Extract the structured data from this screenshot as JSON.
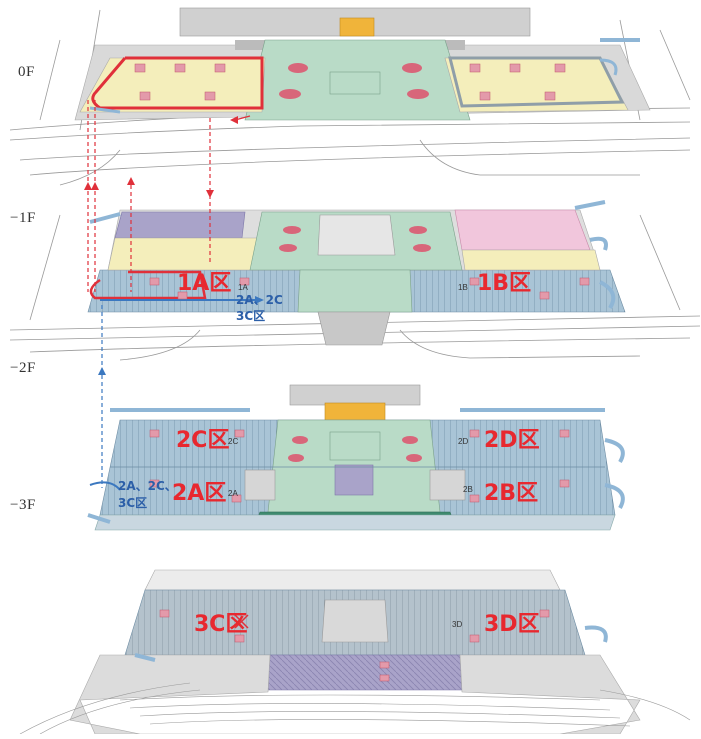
{
  "floors": {
    "f0": "0F",
    "f1": "−1F",
    "f2": "−2F",
    "f3": "−3F"
  },
  "zones": {
    "z1a": "1A区",
    "z1b": "1B区",
    "z2c": "2C区",
    "z2d": "2D区",
    "z2a": "2A区",
    "z2b": "2B区",
    "z3c": "3C区",
    "z3d": "3D区"
  },
  "small_labels": {
    "s1a": "1A",
    "s1b": "1B",
    "s2c": "2C",
    "s2d": "2D",
    "s2a": "2A",
    "s2b": "2B",
    "s3d": "3D"
  },
  "blue_labels": {
    "b_f1_line1": "2A、2C",
    "b_f1_line2": "3C区",
    "b_f3_line1": "2A、2C、",
    "b_f3_line2": "3C区"
  },
  "colors": {
    "parking_blue": "#a9c4d6",
    "hall_green": "#b9dbc7",
    "zone_yellow": "#f4eebb",
    "zone_pink": "#f1c6dc",
    "zone_purple": "#a9a3c9",
    "orange": "#f0b43a",
    "route_red": "#e0303a",
    "route_blue": "#3b78c0"
  }
}
